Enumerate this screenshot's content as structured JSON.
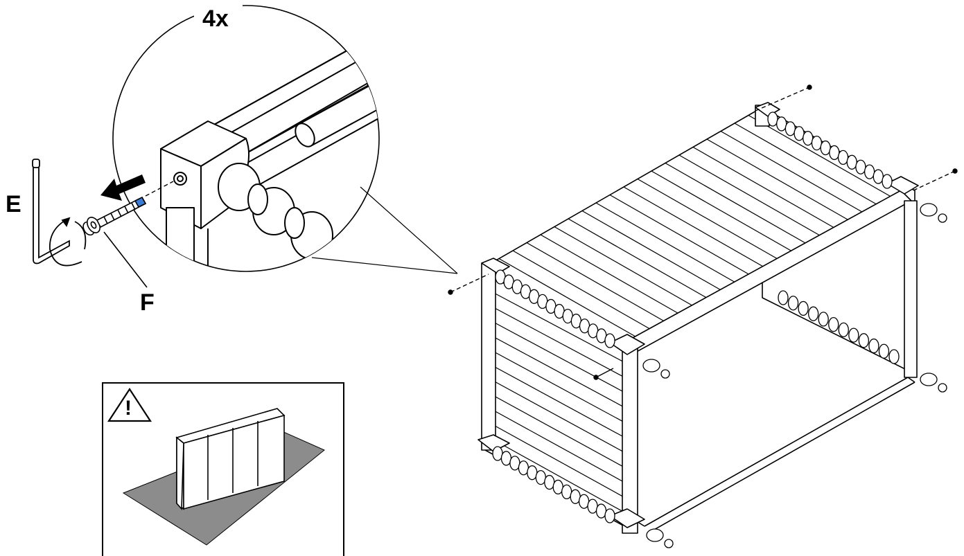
{
  "quantity_label": "4x",
  "parts": {
    "hex_key": {
      "letter": "E",
      "icon": "allen-key-icon"
    },
    "screw": {
      "letter": "F",
      "icon": "bolt-icon"
    }
  },
  "warning": {
    "symbol": "!",
    "icon": "warning-triangle-icon"
  },
  "colors": {
    "line": "#000000",
    "rug": "#8c8c8c",
    "thread_highlight": "#3a7bd5",
    "background": "#ffffff"
  }
}
